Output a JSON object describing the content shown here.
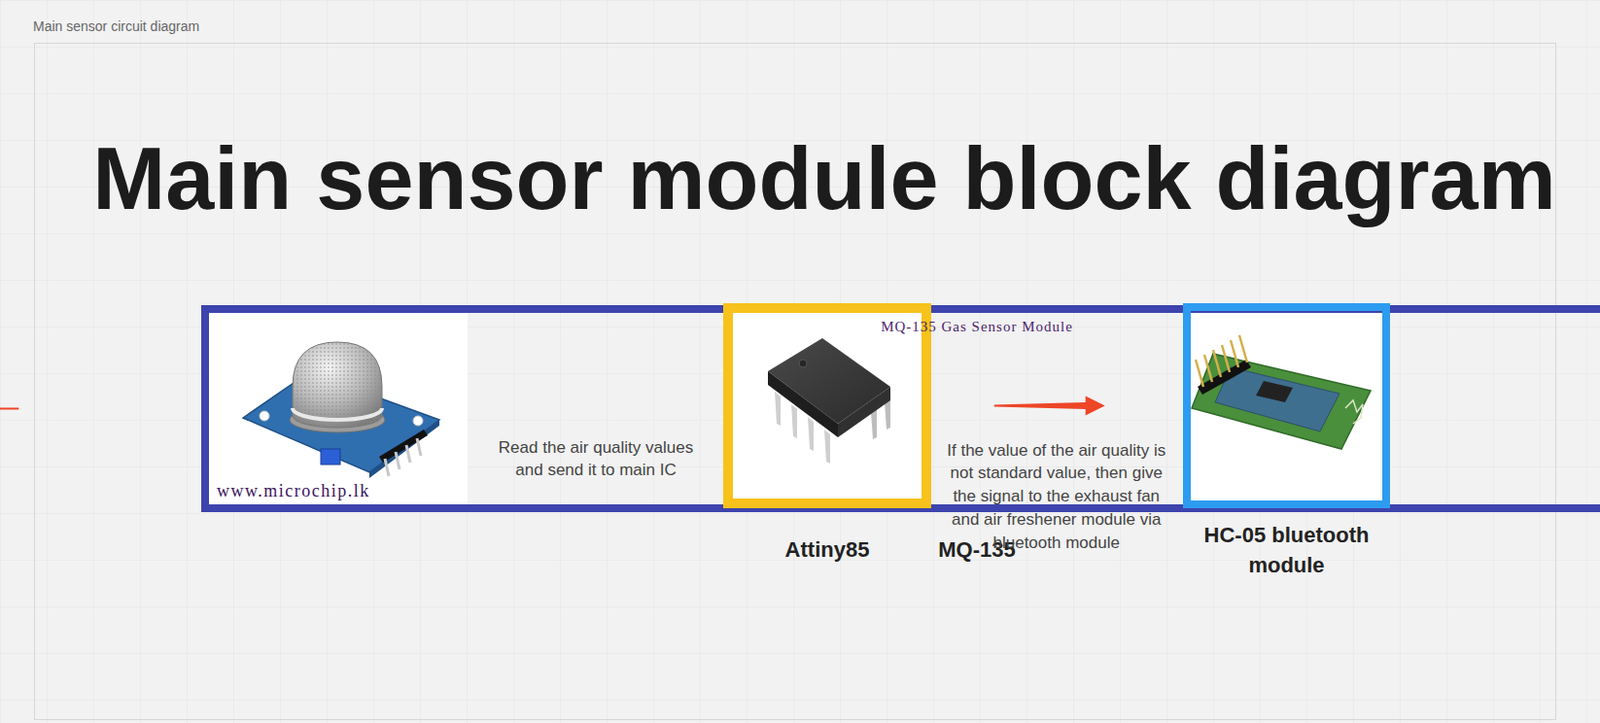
{
  "diagram": {
    "title": "Main sensor module block diagram",
    "nodes": [
      {
        "text": [
          "Main sensor circuit diagram"
        ]
      },
      {
        "text": [
          "MQ-135 Gas Sensor Module",
          "www.microchip.lk",
          "MQ-135"
        ],
        "in": 0
      },
      {
        "text": [
          "Attiny85"
        ],
        "in": 0
      },
      {
        "text": [
          "HC-05 bluetooth module"
        ],
        "in": 0
      }
    ],
    "edges": [
      {
        "from": 1,
        "to": 2,
        "arrow": "to",
        "label": "Read the air quality values and send it to main IC"
      },
      {
        "from": 2,
        "to": 3,
        "arrow": "to",
        "label": "If the value of the air quality is not standard value, then give the signal to the exhaust fan and air freshener module via bluetooth module"
      }
    ]
  }
}
